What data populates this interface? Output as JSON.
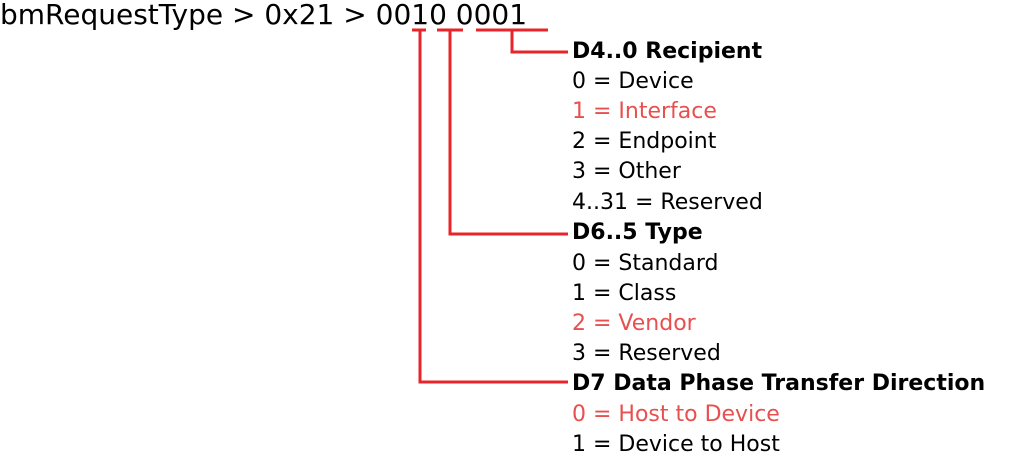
{
  "title": "bmRequestType > 0x21 > 0010 0001",
  "accent_color": "#e8504f",
  "recipient": {
    "heading": "D4..0 Recipient",
    "items": [
      "0 = Device",
      "1 = Interface",
      "2 = Endpoint",
      "3 = Other",
      "4..31 = Reserved"
    ],
    "selected_index": 1
  },
  "type": {
    "heading": "D6..5 Type",
    "items": [
      "0 = Standard",
      "1 = Class",
      "2 = Vendor",
      "3 = Reserved"
    ],
    "selected_index": 2
  },
  "direction": {
    "heading": "D7 Data Phase Transfer Direction",
    "items": [
      "0 = Host to Device",
      "1 = Device to Host"
    ],
    "selected_index": 0
  }
}
